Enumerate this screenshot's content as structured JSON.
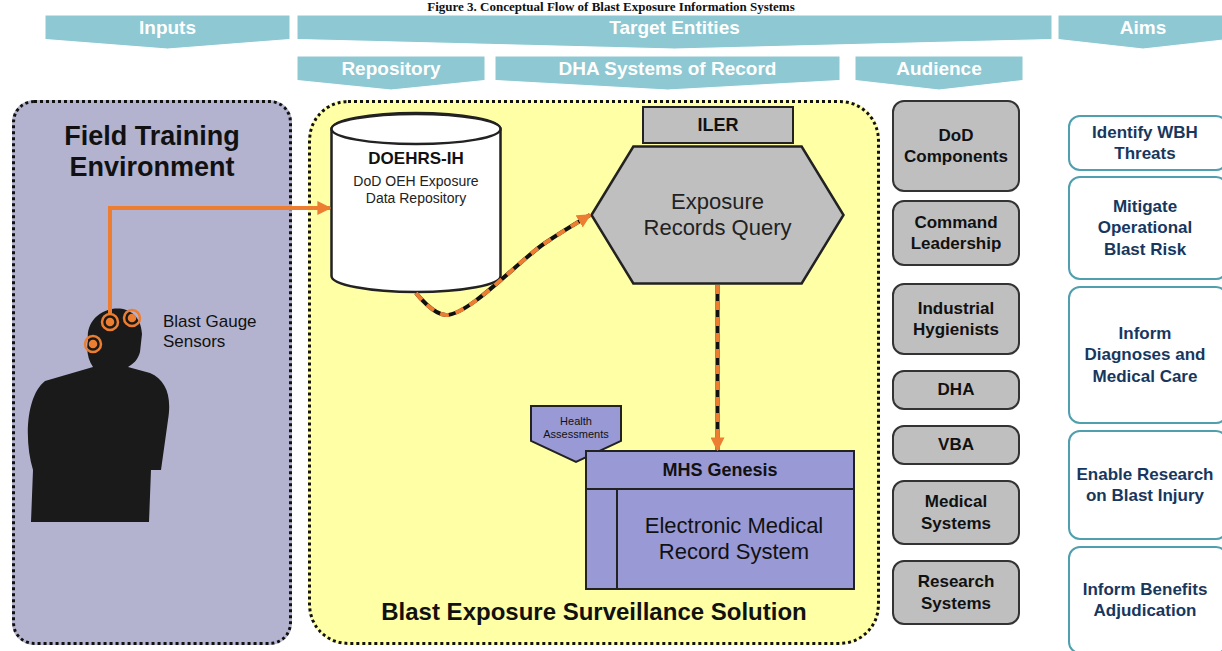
{
  "diagram": {
    "title": "Figure 3. Conceptual Flow of Blast Exposure Information Systems",
    "nodes": [
      {
        "text": [
          "Inputs"
        ]
      },
      {
        "text": [
          "Target Entities"
        ]
      },
      {
        "text": [
          "Aims"
        ]
      },
      {
        "text": [
          "Repository"
        ]
      },
      {
        "text": [
          "DHA Systems of Record"
        ]
      },
      {
        "text": [
          "Audience"
        ]
      },
      {
        "text": [
          "Field Training Environment"
        ]
      },
      {
        "text": [
          "Blast Exposure Surveillance Solution"
        ]
      },
      {
        "text": [
          "DOEHRS-IH",
          "DoD OEH Exposure Data Repository"
        ],
        "in": 7
      },
      {
        "text": [
          "ILER"
        ],
        "in": 7
      },
      {
        "text": [
          "Exposure Records Query"
        ],
        "in": 7
      },
      {
        "text": [
          "Health Assessments"
        ],
        "in": 7
      },
      {
        "text": [
          "MHS Genesis"
        ],
        "in": 7
      },
      {
        "text": [
          "Electronic Medical Record System"
        ],
        "in": 7
      },
      {
        "text": [
          "DoD Components"
        ]
      },
      {
        "text": [
          "Command Leadership"
        ]
      },
      {
        "text": [
          "Industrial Hygienists"
        ]
      },
      {
        "text": [
          "DHA"
        ]
      },
      {
        "text": [
          "VBA"
        ]
      },
      {
        "text": [
          "Medical Systems"
        ]
      },
      {
        "text": [
          "Research Systems"
        ]
      },
      {
        "text": [
          "Identify WBH Threats"
        ]
      },
      {
        "text": [
          "Mitigate Operational Blast Risk"
        ]
      },
      {
        "text": [
          "Inform Diagnoses and Medical Care"
        ]
      },
      {
        "text": [
          "Enable Research on Blast Injury"
        ]
      },
      {
        "text": [
          "Inform Benefits Adjudication"
        ]
      }
    ],
    "edges": [
      {
        "from": 6,
        "to": 8,
        "arrow": "to"
      },
      {
        "from": 8,
        "to": 10,
        "arrow": "to"
      },
      {
        "from": 10,
        "to": 12,
        "arrow": "to"
      }
    ],
    "labels": [
      "Blast Gauge Sensors"
    ]
  }
}
